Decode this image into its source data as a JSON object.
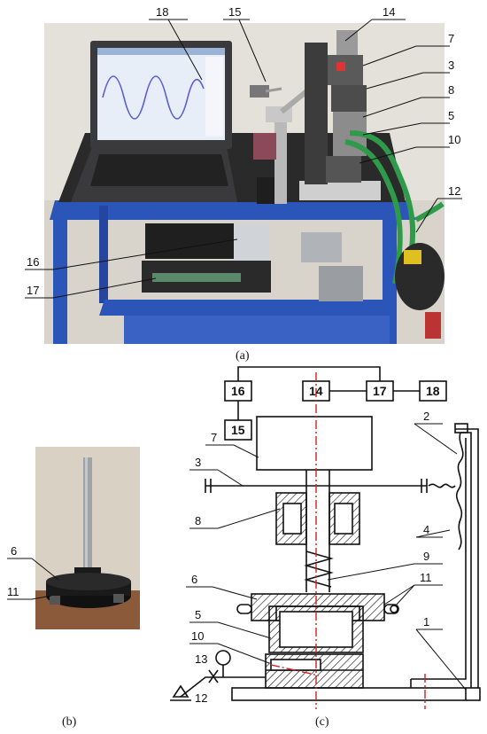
{
  "captions": {
    "a": "(a)",
    "b": "(b)",
    "c": "(c)"
  },
  "photo_a_labels": {
    "l18": "18",
    "l15": "15",
    "l14": "14",
    "l7": "7",
    "l3": "3",
    "l8": "8",
    "l5": "5",
    "l10": "10",
    "l12": "12",
    "l16": "16",
    "l17": "17"
  },
  "photo_b_labels": {
    "l6": "6",
    "l11": "11"
  },
  "schematic_labels": {
    "b16": "16",
    "b14": "14",
    "b17": "17",
    "b18": "18",
    "b15": "15",
    "l7": "7",
    "l2": "2",
    "l3": "3",
    "l4": "4",
    "l8": "8",
    "l9": "9",
    "l6": "6",
    "l11": "11",
    "l5": "5",
    "l1": "1",
    "l10": "10",
    "l13": "13",
    "l12": "12"
  },
  "colors": {
    "table_blue": "#2b55b8",
    "mat": "#2a2a2a",
    "laptop": "#3a3a3c",
    "screen": "#e8eef8",
    "wave": "#5a5fd8",
    "hose": "#2f9a4a",
    "axis_red": "#d02020",
    "wall": "#d9d2c4",
    "wood": "#8a5a3a"
  }
}
